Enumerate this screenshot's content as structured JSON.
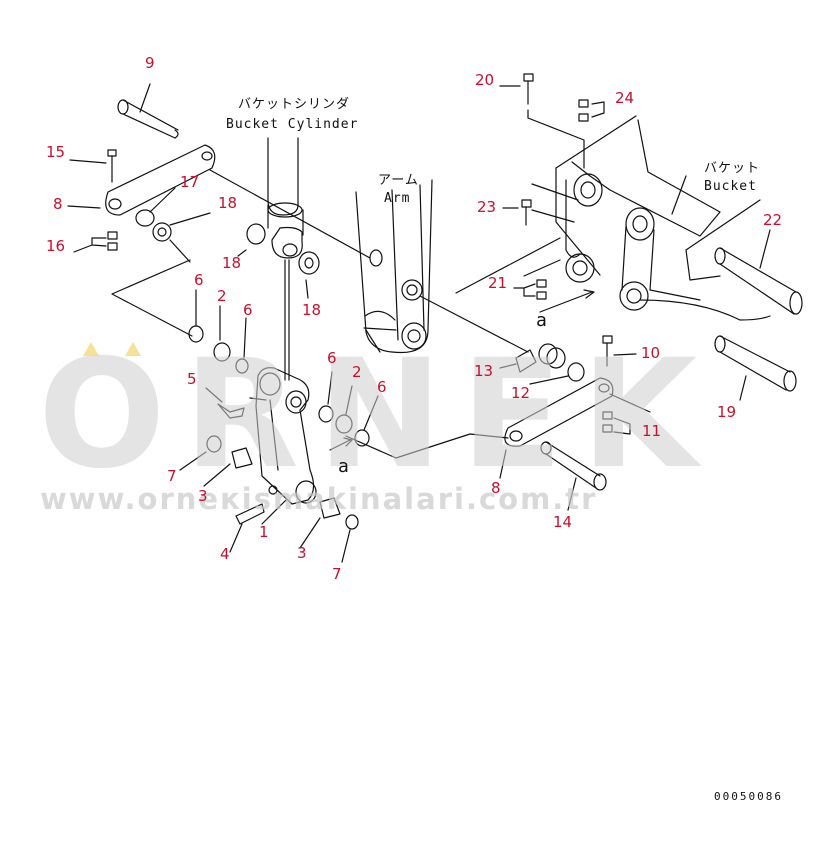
{
  "watermark": {
    "brand": "ÖRNEK",
    "url": "www.orneкismakinalari.com.tr"
  },
  "labels": {
    "bucket_cylinder_jp": "バケットシリンダ",
    "bucket_cylinder_en": "Bucket Cylinder",
    "arm_jp": "アーム",
    "arm_en": "Arm",
    "bucket_jp": "バケット",
    "bucket_en": "Bucket",
    "ref_a1": "a",
    "ref_a2": "a"
  },
  "part_numbers": {
    "p9": "9",
    "p15": "15",
    "p17": "17",
    "p8a": "8",
    "p18a": "18",
    "p16": "16",
    "p18b": "18",
    "p18c": "18",
    "p6a": "6",
    "p2a": "2",
    "p6b": "6",
    "p5": "5",
    "p6c": "6",
    "p2b": "2",
    "p6d": "6",
    "p7a": "7",
    "p3a": "3",
    "p1": "1",
    "p4": "4",
    "p3b": "3",
    "p7b": "7",
    "p20": "20",
    "p24": "24",
    "p23": "23",
    "p22": "22",
    "p21": "21",
    "p10": "10",
    "p13": "13",
    "p12": "12",
    "p19": "19",
    "p11": "11",
    "p8b": "8",
    "p14": "14"
  },
  "drawing_code": "00050086"
}
